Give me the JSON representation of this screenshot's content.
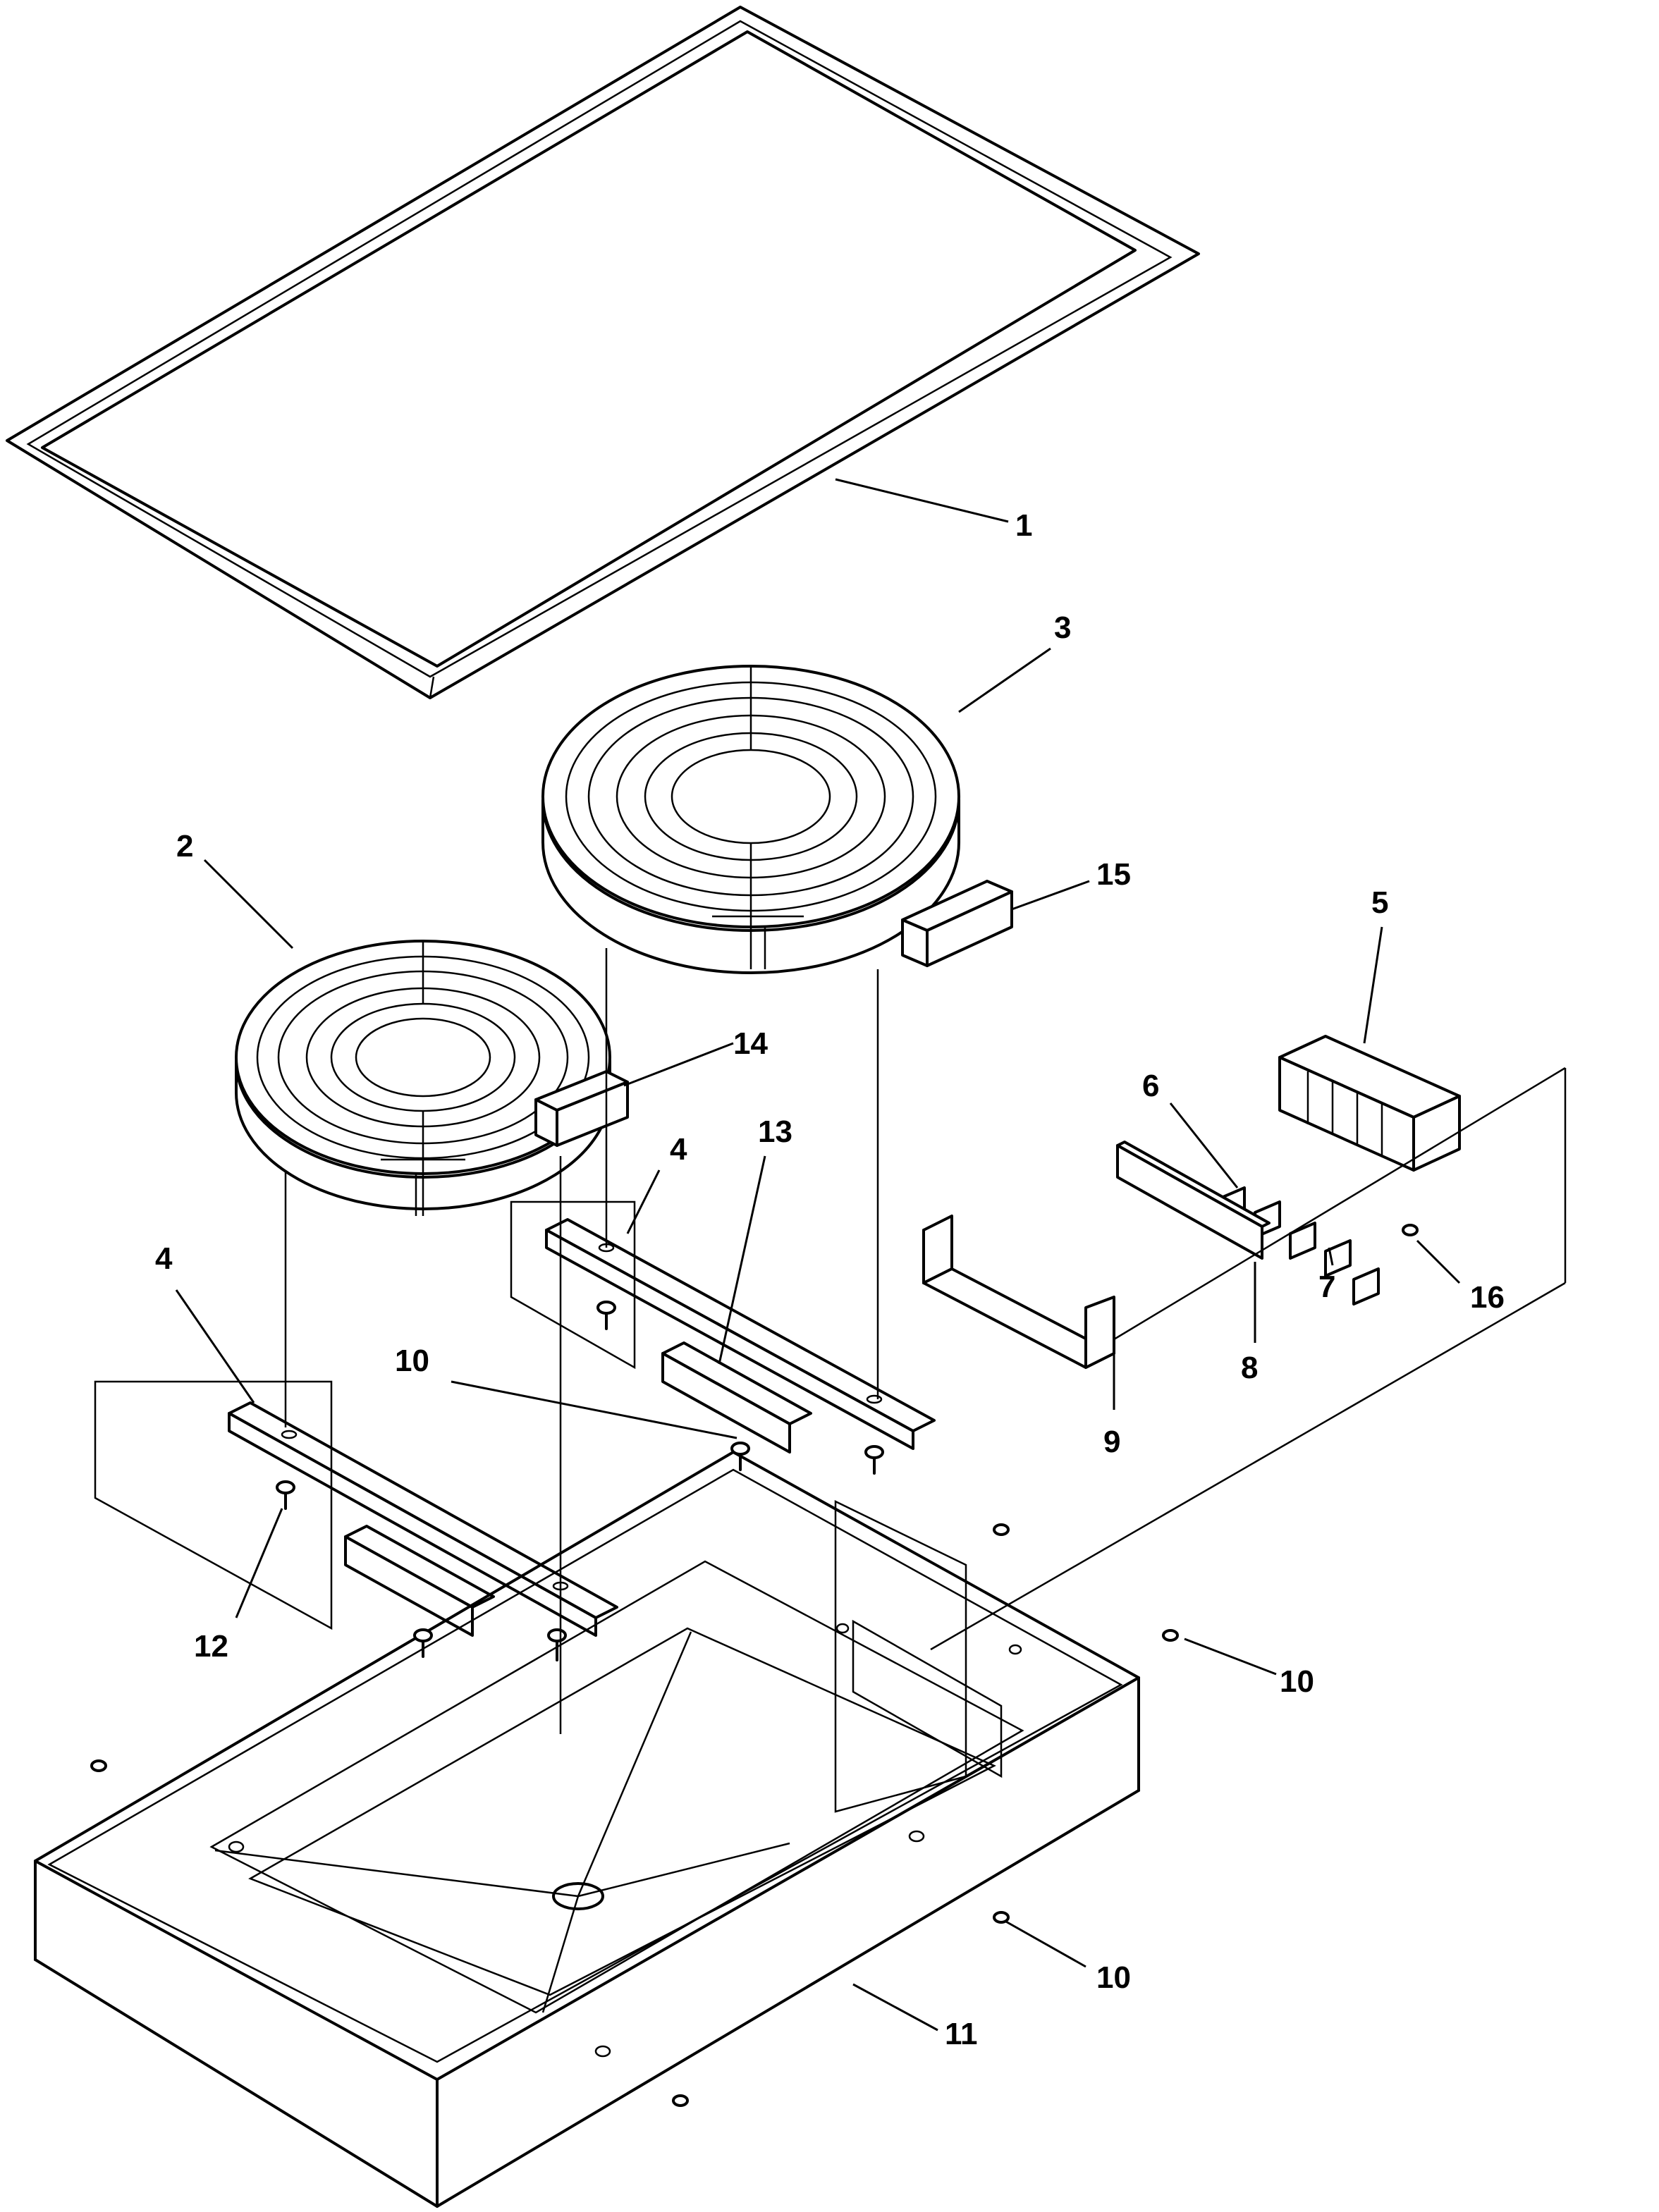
{
  "callouts": {
    "c1": "1",
    "c2": "2",
    "c3": "3",
    "c4a": "4",
    "c4b": "4",
    "c5": "5",
    "c6": "6",
    "c7": "7",
    "c8": "8",
    "c9": "9",
    "c10a": "10",
    "c10b": "10",
    "c10c": "10",
    "c11": "11",
    "c12": "12",
    "c13": "13",
    "c14": "14",
    "c15": "15",
    "c16": "16"
  }
}
